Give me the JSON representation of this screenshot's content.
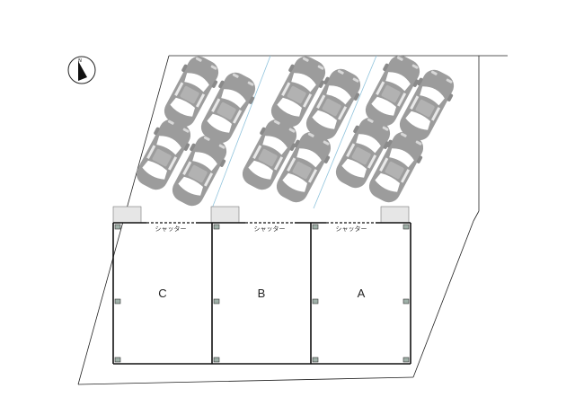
{
  "compass": {
    "north_label": "N",
    "icon": "north-arrow-icon"
  },
  "bays": [
    {
      "label": "C",
      "shutter_label": "シャッター"
    },
    {
      "label": "B",
      "shutter_label": "シャッター"
    },
    {
      "label": "A",
      "shutter_label": "シャッター"
    }
  ],
  "parking": {
    "car_icon": "car-icon",
    "car_count": 12
  },
  "colors": {
    "outline": "#222222",
    "bay_wall": "#111111",
    "car_fill": "#9c9c9c",
    "car_glass": "#ffffff",
    "divider": "#8fc3dc",
    "pillar_fill": "#9fb0a8",
    "unit_fill": "#e6e6e6"
  }
}
